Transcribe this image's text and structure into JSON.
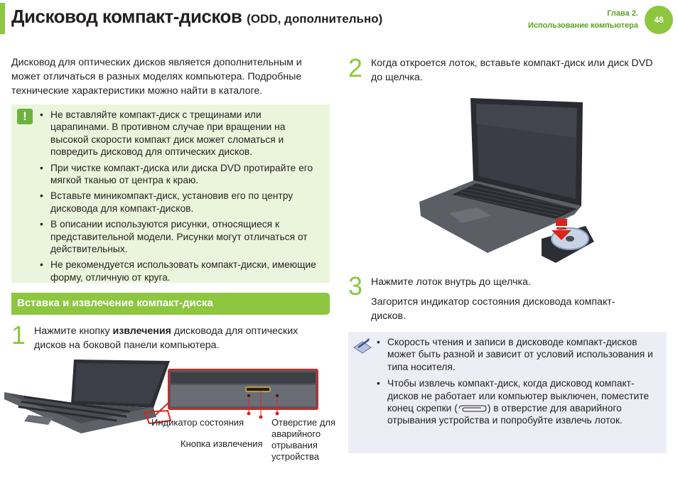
{
  "header": {
    "title": "Дисковод компакт-дисков",
    "title_sub": "(ODD, дополнительно)",
    "chapter": "Глава 2.",
    "chapter_name": "Использование компьютера",
    "page": "48"
  },
  "intro": "Дисковод для оптических дисков является дополнительным и может отличаться в разных моделях компьютера. Подробные технические характеристики можно найти в каталоге.",
  "warning": {
    "icon": "!",
    "items": [
      "Не вставляйте компакт-диск с трещинами или царапинами. В противном случае при вращении на высокой скорости компакт диск может сломаться и повредить дисковод для оптических дисков.",
      "При чистке компакт-диска или диска DVD протирайте его мягкой тканью от центра к краю.",
      "Вставьте миникомпакт-диск, установив его по центру дисковода для компакт-дисков.",
      "В описании используются рисунки, относящиеся к представительной модели. Рисунки могут отличаться от действительных.",
      "Не рекомендуется использовать компакт-диски, имеющие форму, отличную от круга."
    ]
  },
  "section_title": "Вставка и извлечение компакт-диска",
  "steps": {
    "s1": {
      "num": "1",
      "text_before": "Нажмите кнопку ",
      "text_bold": "извлечения",
      "text_after": " дисковода для оптических дисков на боковой панели компьютера."
    },
    "s2": {
      "num": "2",
      "text": "Когда откроется лоток, вставьте компакт-диск или диск DVD до щелчка."
    },
    "s3": {
      "num": "3",
      "text": "Нажмите лоток внутрь до щелчка.",
      "note": "Загорится индикатор состояния дисковода компакт-дисков."
    }
  },
  "captions": {
    "indicator": "Индикатор состояния",
    "eject_button": "Кнопка извлечения",
    "hole_line1": "Отверстие для",
    "hole_line2": "аварийного",
    "hole_line3": "отрывания",
    "hole_line4": "устройства"
  },
  "note": {
    "item1": "Скорость чтения и записи в дисководе компакт-дисков может быть разной и зависит от условий использования и типа носителя.",
    "item2_before": "Чтобы извлечь компакт-диск, когда дисковод компакт-дисков не работает или компьютер выключен, поместите конец скрепки (",
    "item2_after": ") в отверстие для аварийного отрывания устройства и попробуйте извлечь лоток."
  },
  "colors": {
    "accent": "#8dc63f",
    "warning_bg": "#ebf5dc",
    "note_bg": "#edeef5",
    "callout_red": "#d7261e"
  },
  "icons": [
    "exclamation-icon",
    "note-pencil-icon",
    "paperclip-icon",
    "down-arrow-icon"
  ]
}
